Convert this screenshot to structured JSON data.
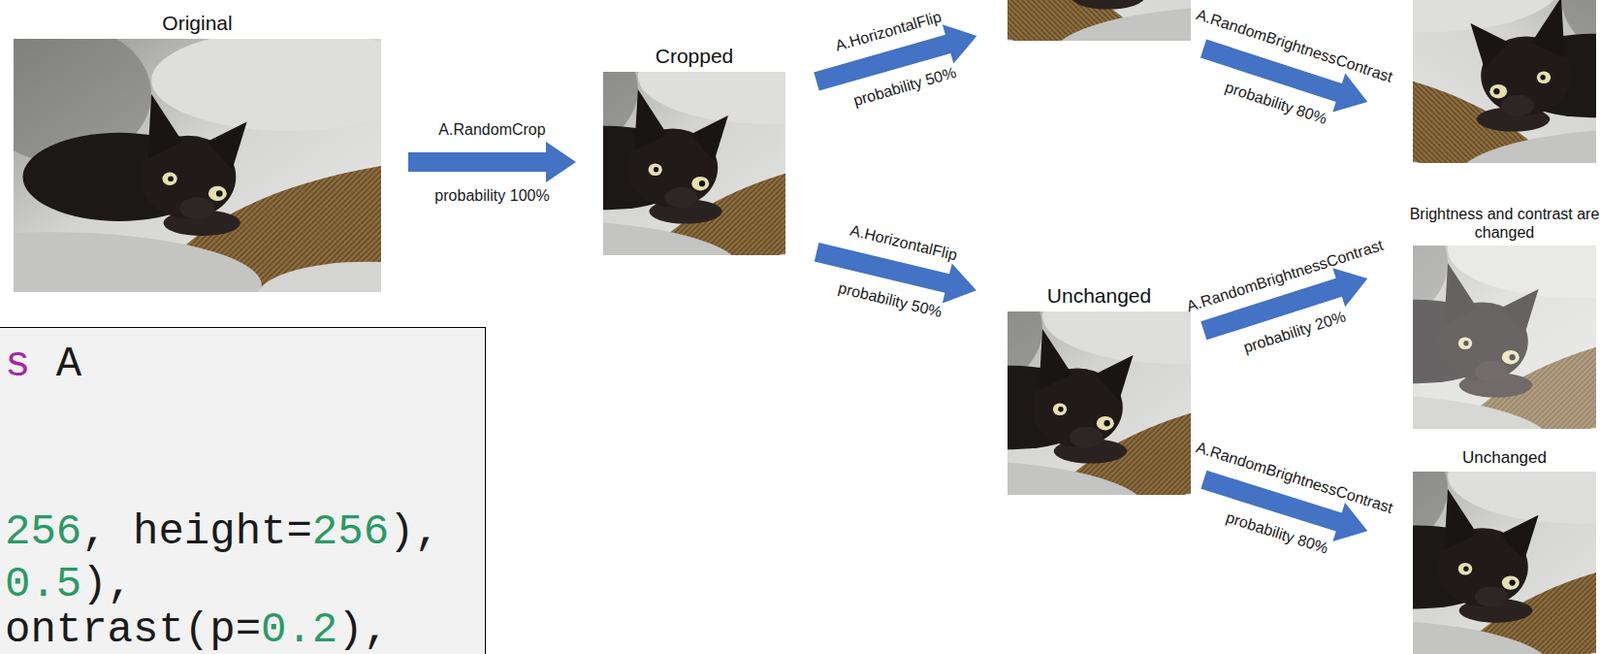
{
  "diagram": {
    "nodes": [
      {
        "text": [
          "Original"
        ]
      },
      {
        "text": [
          "Cropped"
        ]
      },
      {
        "text": [
          "Unchanged"
        ]
      },
      {
        "text": [
          "Brightness and contrast are changed"
        ]
      },
      {
        "text": [
          "Unchanged"
        ]
      },
      {
        "text": [
          "s A",
          "256, height=256),",
          "0.5),",
          "ontrast(p=0.2),"
        ]
      }
    ],
    "edges": [
      {
        "from": 0,
        "to": 1,
        "arrow": "to",
        "label": "A.RandomCrop"
      },
      {
        "from": 1,
        "to": 2,
        "arrow": "to",
        "label": "A.HorizontalFlip"
      },
      {
        "from": 2,
        "to": 3,
        "arrow": "to",
        "label": "A.RandomBrightnessContrast"
      },
      {
        "from": 2,
        "to": 4,
        "arrow": "to",
        "label": "A.RandomBrightnessContrast"
      }
    ],
    "labels": [
      "probability 100%",
      "A.HorizontalFlip",
      "probability 50%",
      "A.RandomBrightnessContrast",
      "probability 80%",
      "probability 50%",
      "probability 20%",
      "probability 80%"
    ]
  }
}
